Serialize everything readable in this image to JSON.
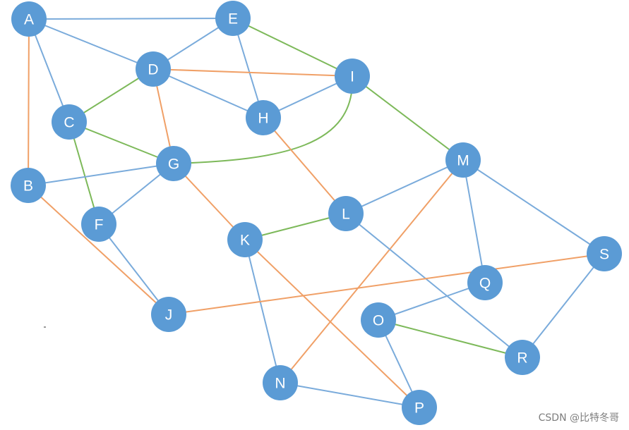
{
  "colors": {
    "node": "#5b9bd5",
    "blue": "#7aabdb",
    "green": "#7db95a",
    "orange": "#f0a067",
    "label": "#ffffff"
  },
  "nodes": [
    {
      "id": "A",
      "label": "A"
    },
    {
      "id": "E",
      "label": "E"
    },
    {
      "id": "D",
      "label": "D"
    },
    {
      "id": "I",
      "label": "I"
    },
    {
      "id": "C",
      "label": "C"
    },
    {
      "id": "H",
      "label": "H"
    },
    {
      "id": "G",
      "label": "G"
    },
    {
      "id": "M",
      "label": "M"
    },
    {
      "id": "B",
      "label": "B"
    },
    {
      "id": "F",
      "label": "F"
    },
    {
      "id": "L",
      "label": "L"
    },
    {
      "id": "K",
      "label": "K"
    },
    {
      "id": "S",
      "label": "S"
    },
    {
      "id": "Q",
      "label": "Q"
    },
    {
      "id": "J",
      "label": "J"
    },
    {
      "id": "O",
      "label": "O"
    },
    {
      "id": "R",
      "label": "R"
    },
    {
      "id": "N",
      "label": "N"
    },
    {
      "id": "P",
      "label": "P"
    }
  ],
  "edges": [
    {
      "from": "A",
      "to": "E",
      "color": "blue"
    },
    {
      "from": "A",
      "to": "D",
      "color": "blue"
    },
    {
      "from": "A",
      "to": "C",
      "color": "blue"
    },
    {
      "from": "A",
      "to": "B",
      "color": "orange"
    },
    {
      "from": "E",
      "to": "D",
      "color": "blue"
    },
    {
      "from": "E",
      "to": "H",
      "color": "blue"
    },
    {
      "from": "E",
      "to": "I",
      "color": "green"
    },
    {
      "from": "D",
      "to": "I",
      "color": "orange"
    },
    {
      "from": "D",
      "to": "H",
      "color": "blue"
    },
    {
      "from": "D",
      "to": "C",
      "color": "green"
    },
    {
      "from": "D",
      "to": "G",
      "color": "orange"
    },
    {
      "from": "I",
      "to": "H",
      "color": "blue"
    },
    {
      "from": "I",
      "to": "G",
      "color": "green",
      "curved": true
    },
    {
      "from": "I",
      "to": "M",
      "color": "green"
    },
    {
      "from": "C",
      "to": "G",
      "color": "green"
    },
    {
      "from": "C",
      "to": "F",
      "color": "green"
    },
    {
      "from": "H",
      "to": "L",
      "color": "orange"
    },
    {
      "from": "G",
      "to": "B",
      "color": "blue"
    },
    {
      "from": "G",
      "to": "F",
      "color": "blue"
    },
    {
      "from": "G",
      "to": "K",
      "color": "orange"
    },
    {
      "from": "B",
      "to": "J",
      "color": "orange"
    },
    {
      "from": "F",
      "to": "J",
      "color": "blue"
    },
    {
      "from": "M",
      "to": "L",
      "color": "blue"
    },
    {
      "from": "M",
      "to": "Q",
      "color": "blue"
    },
    {
      "from": "M",
      "to": "S",
      "color": "blue"
    },
    {
      "from": "M",
      "to": "N",
      "color": "orange"
    },
    {
      "from": "L",
      "to": "K",
      "color": "green"
    },
    {
      "from": "L",
      "to": "R",
      "color": "blue"
    },
    {
      "from": "K",
      "to": "N",
      "color": "blue"
    },
    {
      "from": "K",
      "to": "P",
      "color": "orange"
    },
    {
      "from": "S",
      "to": "J",
      "color": "orange"
    },
    {
      "from": "S",
      "to": "R",
      "color": "blue"
    },
    {
      "from": "Q",
      "to": "O",
      "color": "blue"
    },
    {
      "from": "O",
      "to": "R",
      "color": "green"
    },
    {
      "from": "O",
      "to": "P",
      "color": "blue"
    },
    {
      "from": "N",
      "to": "P",
      "color": "blue"
    }
  ],
  "watermark": "CSDN @比特冬哥"
}
